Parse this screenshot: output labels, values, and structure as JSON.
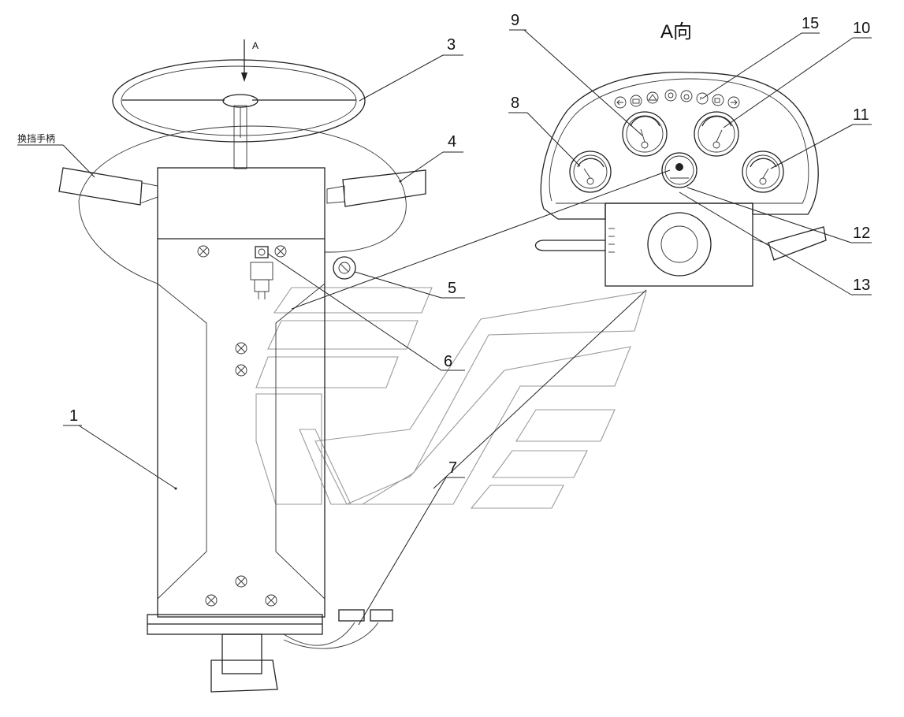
{
  "view_label": "A向",
  "direction_arrow_label": "A",
  "gear_handle_label": "换挡手柄",
  "callouts": {
    "c1": "1",
    "c3": "3",
    "c4": "4",
    "c5": "5",
    "c6": "6",
    "c7": "7",
    "c8": "8",
    "c9": "9",
    "c10": "10",
    "c11": "11",
    "c12": "12",
    "c13": "13",
    "c15": "15"
  },
  "icons": [
    "left-turn-icon",
    "battery-icon",
    "oil-warning-icon",
    "engine-icon",
    "brake-icon",
    "parking-icon",
    "headlight-icon",
    "right-turn-icon"
  ],
  "colors": {
    "line": "#222222",
    "watermark": "#9a9a9a",
    "background": "#ffffff"
  }
}
